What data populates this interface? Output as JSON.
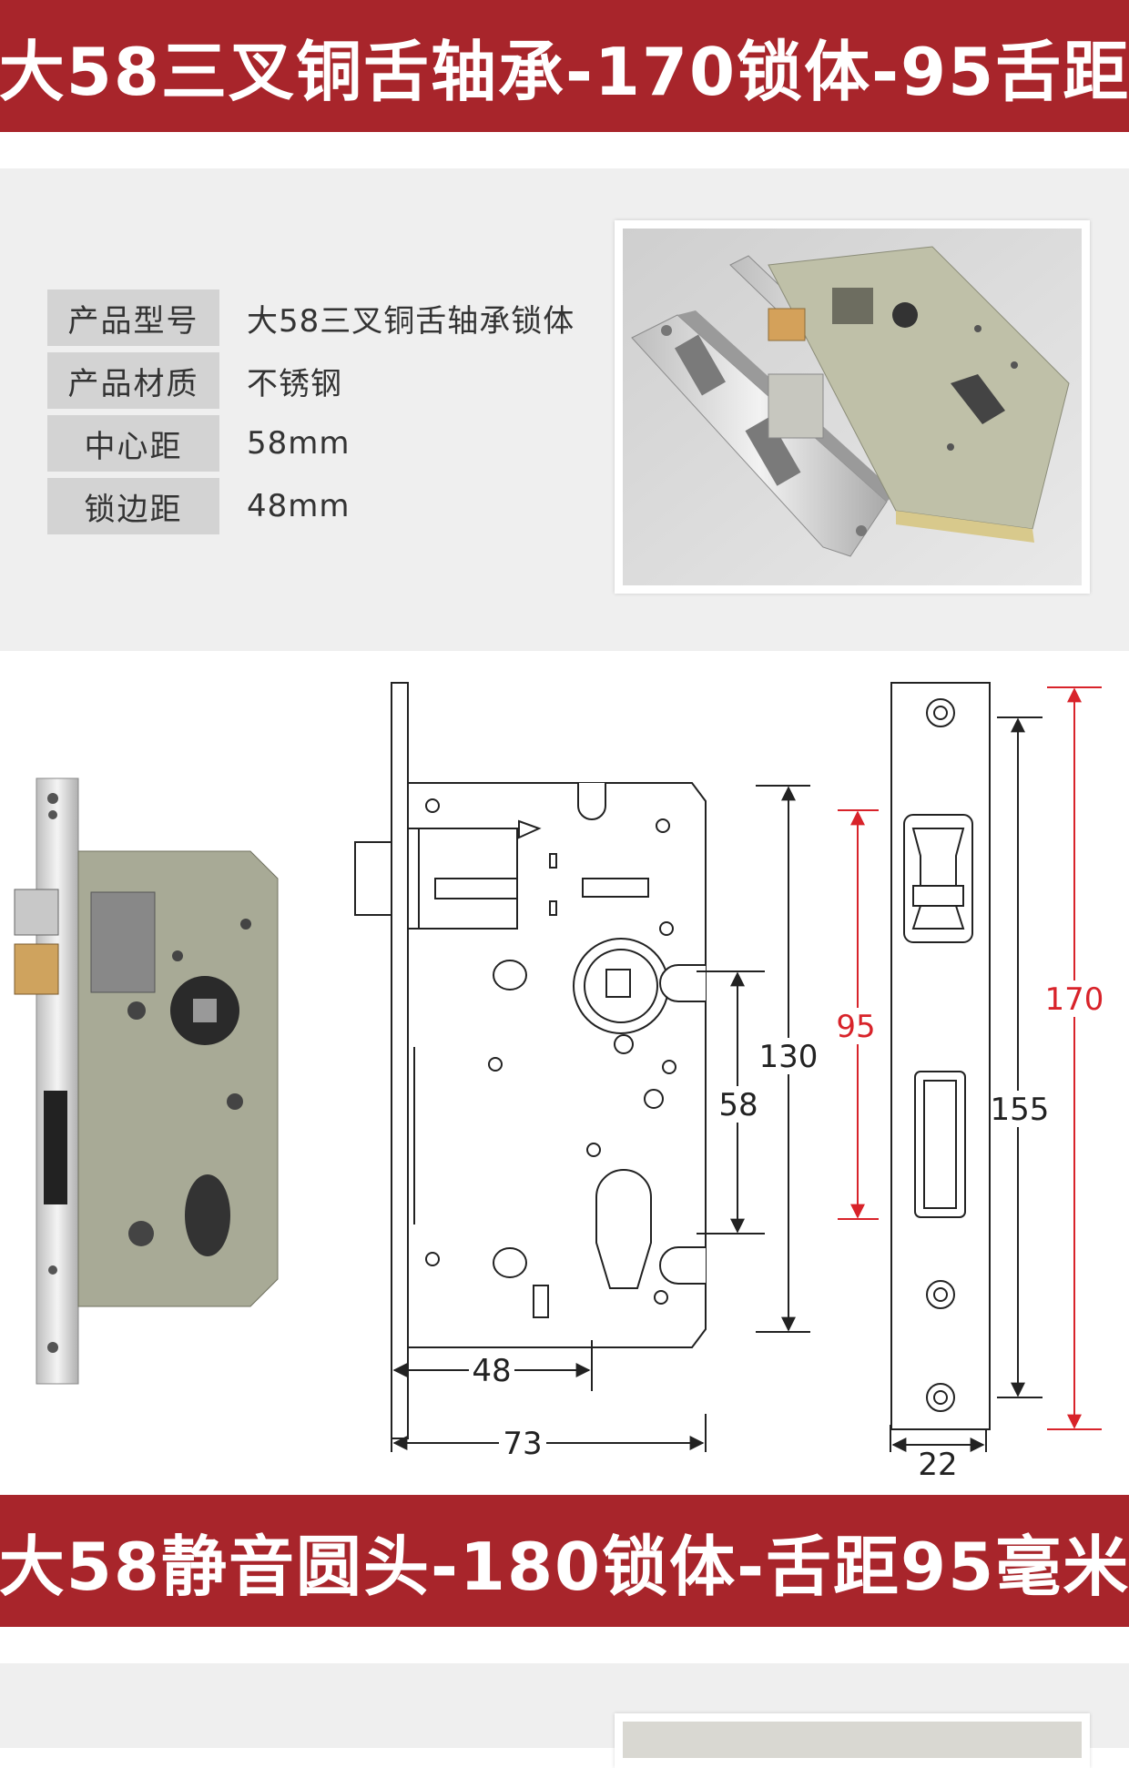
{
  "banner_top": {
    "title": "大58三叉铜舌轴承-170锁体-95舌距"
  },
  "spec_table": {
    "rows": [
      {
        "label": "产品型号",
        "value": "大58三叉铜舌轴承锁体"
      },
      {
        "label": "产品材质",
        "value": "不锈钢"
      },
      {
        "label": "中心距",
        "value": "58mm"
      },
      {
        "label": "锁边距",
        "value": "48mm"
      }
    ]
  },
  "dimensions": {
    "lockbody_height": "130",
    "center_distance": "58",
    "backset": "48",
    "lockbody_depth": "73",
    "latch_distance": "95",
    "faceplate_hole_distance": "155",
    "faceplate_length": "170",
    "faceplate_width": "22"
  },
  "banner_bottom": {
    "title": "大58静音圆头-180锁体-舌距95毫米"
  },
  "colors": {
    "banner": "#a8252b",
    "panel": "#efefef",
    "label_bg": "#d3d3d3",
    "dimension_red": "#d8232a"
  }
}
